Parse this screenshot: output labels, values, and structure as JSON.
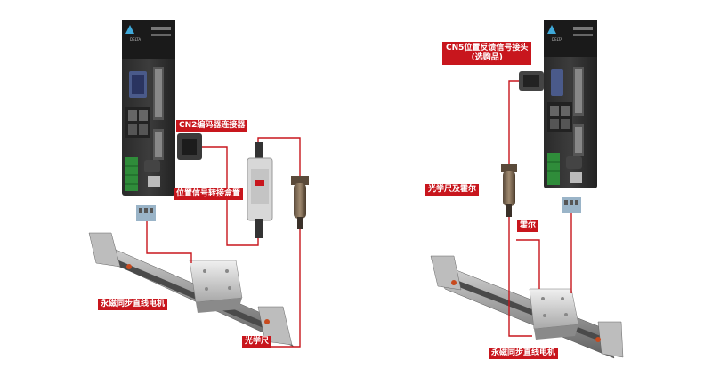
{
  "left": {
    "drive_brand": "DELTA",
    "labels": {
      "cn2": "CN2编码器连接器",
      "adapter_box": "位置信号转接盒置",
      "motor": "永磁同步直线电机",
      "scale": "光学尺"
    }
  },
  "right": {
    "drive_brand": "DELTA",
    "labels": {
      "cn5_line1": "CN5位置反馈信号接头",
      "cn5_line2": "(选购品)",
      "scale_hall": "光学尺及霍尔",
      "hall": "霍尔",
      "motor": "永磁同步直线电机"
    }
  },
  "colors": {
    "wire": "#c8161d",
    "label_bg": "#c8161d",
    "label_text": "#ffffff"
  }
}
